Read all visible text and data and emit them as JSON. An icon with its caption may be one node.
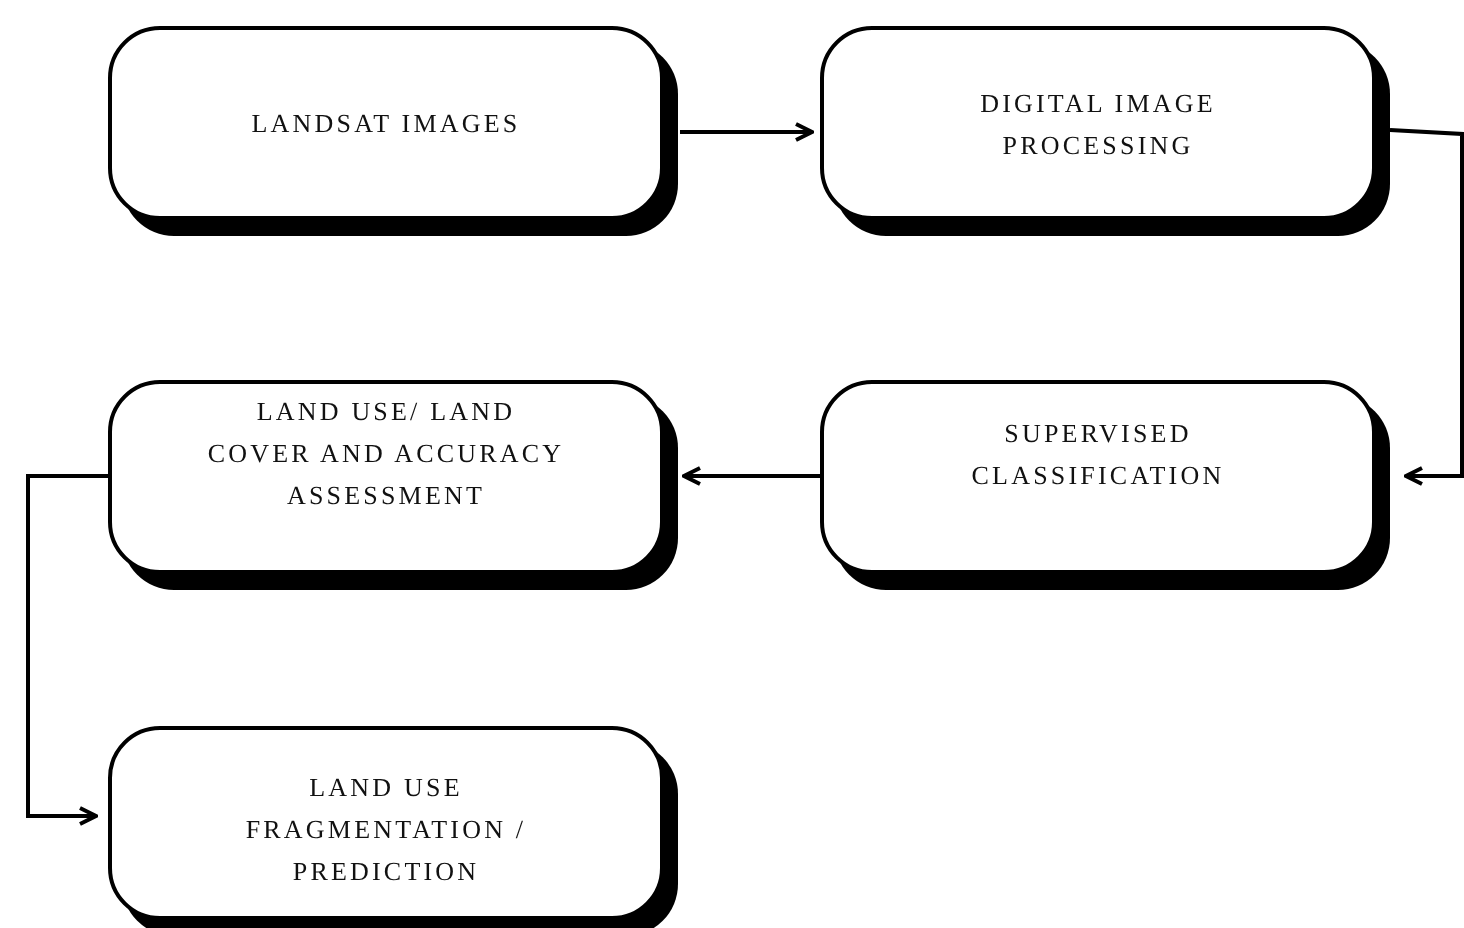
{
  "diagram": {
    "nodes": [
      {
        "text": [
          "LANDSAT IMAGES"
        ]
      },
      {
        "text": [
          "DIGITAL IMAGE PROCESSING"
        ]
      },
      {
        "text": [
          "SUPERVISED CLASSIFICATION"
        ]
      },
      {
        "text": [
          "LAND USE/ LAND COVER AND ACCURACY ASSESSMENT"
        ]
      },
      {
        "text": [
          "LAND USE FRAGMENTATION / PREDICTION"
        ]
      }
    ],
    "edges": [
      {
        "from": 0,
        "to": 1,
        "arrow": "to"
      },
      {
        "from": 1,
        "to": 2,
        "arrow": "to"
      },
      {
        "from": 2,
        "to": 3,
        "arrow": "to"
      },
      {
        "from": 3,
        "to": 4,
        "arrow": "to"
      }
    ]
  }
}
